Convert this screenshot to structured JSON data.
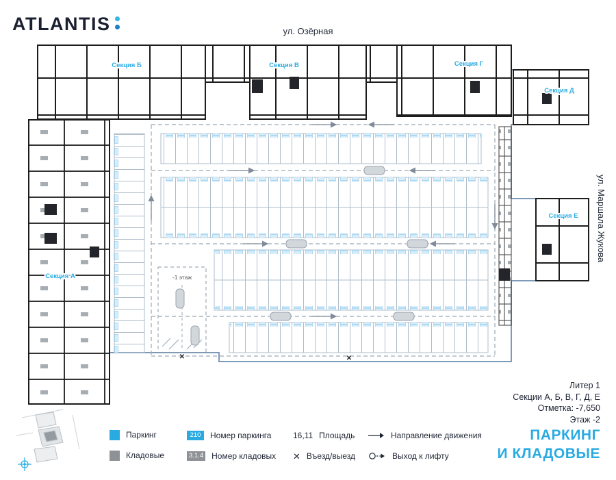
{
  "header": {
    "logo_text": "ATLANTIS",
    "street_top": "ул. Озёрная",
    "street_right": "ул. Маршала Жукова"
  },
  "plan": {
    "floor_label": "-1 этаж",
    "entry_mark": "✕",
    "sections": [
      {
        "label": "Секция Б"
      },
      {
        "label": "Секция В"
      },
      {
        "label": "Секция Г"
      },
      {
        "label": "Секция Д"
      },
      {
        "label": "Секция Е"
      },
      {
        "label": "Секция А"
      }
    ]
  },
  "info_block": {
    "line1": "Литер 1",
    "line2": "Секции А, Б, В, Г, Д, Е",
    "line3": "Отметка:  -7,650",
    "line4": "Этаж  -2"
  },
  "legend": {
    "parking_label": "Паркинг",
    "storage_label": "Кладовые",
    "parking_badge": "210",
    "parking_badge_label": "Номер паркинга",
    "storage_badge": "3.1.4",
    "storage_badge_label": "Номер кладовых",
    "area_value": "16,11",
    "area_label": "Площадь",
    "entry_symbol": "✕",
    "entry_label": "Въезд/выезд",
    "direction_label": "Направление движения",
    "lift_label": "Выход к лифту"
  },
  "title": {
    "line1": "ПАРКИНГ",
    "line2": "И КЛАДОВЫЕ"
  },
  "colors": {
    "accent": "#29abe2",
    "parking_blue": "#29abe2",
    "storage_gray": "#8e9296",
    "boundary_blue": "#7d9bb8",
    "wall_black": "#1c1c1c",
    "text_dark": "#1e2433"
  }
}
